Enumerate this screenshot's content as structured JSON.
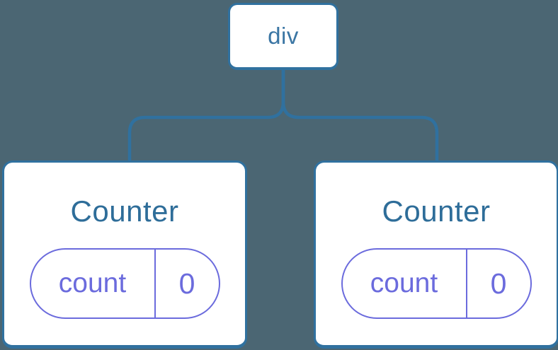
{
  "diagram": {
    "type": "component-tree",
    "background_color": "#4b6673",
    "node_border_color": "#30719f",
    "connector_color": "#30719f",
    "node_fill_color": "#ffffff",
    "root_label_color": "#3b76a4",
    "title_color": "#2e6d99",
    "state_accent_color": "#6b6bdd",
    "tree": {
      "root": {
        "label": "div"
      },
      "children": [
        {
          "title": "Counter",
          "state": {
            "key": "count",
            "value": "0"
          }
        },
        {
          "title": "Counter",
          "state": {
            "key": "count",
            "value": "0"
          }
        }
      ]
    }
  }
}
